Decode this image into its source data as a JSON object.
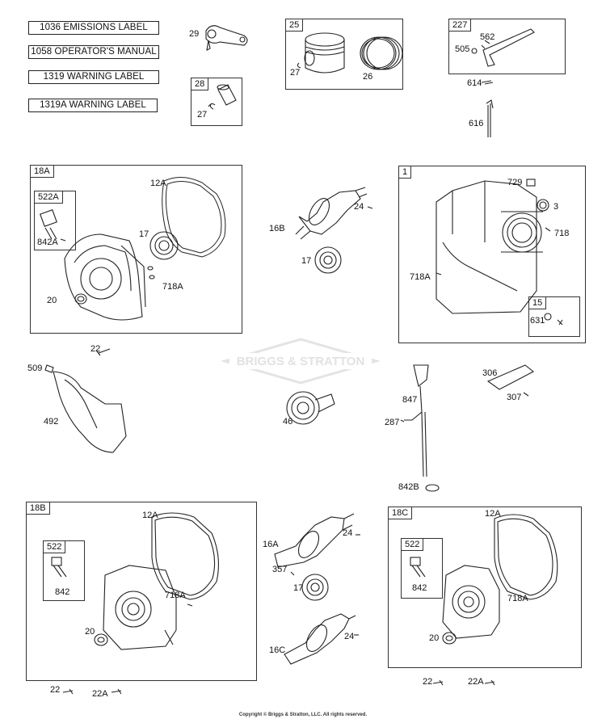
{
  "labels": [
    {
      "id": "l1036",
      "text": "1036 EMISSIONS LABEL"
    },
    {
      "id": "l1058",
      "text": "1058 OPERATOR'S MANUAL"
    },
    {
      "id": "l1319",
      "text": "1319 WARNING LABEL"
    },
    {
      "id": "l1319a",
      "text": "1319A WARNING LABEL"
    }
  ],
  "groups": {
    "g25": "25",
    "g28": "28",
    "g227": "227",
    "g18a": "18A",
    "g522a": "522A",
    "g1": "1",
    "g15": "15",
    "g18b": "18B",
    "g522b": "522",
    "g18c": "18C",
    "g522c": "522"
  },
  "parts": {
    "p29": "29",
    "p27a": "27",
    "p26": "26",
    "p27b": "27",
    "p562": "562",
    "p505": "505",
    "p614": "614",
    "p616": "616",
    "p12a1": "12A",
    "p17a": "17",
    "p842a": "842A",
    "p718a1": "718A",
    "p20a": "20",
    "p24a": "24",
    "p16b": "16B",
    "p17b": "17",
    "p729": "729",
    "p3": "3",
    "p718": "718",
    "p718a2": "718A",
    "p631": "631",
    "p22a": "22",
    "p509": "509",
    "p492": "492",
    "p46": "46",
    "p847": "847",
    "p287": "287",
    "p842b": "842B",
    "p306": "306",
    "p307": "307",
    "p12a2": "12A",
    "p718a3": "718A",
    "p842c": "842",
    "p20b": "20",
    "p22b": "22",
    "p22ab": "22A",
    "p16a": "16A",
    "p24b": "24",
    "p357": "357",
    "p17c": "17",
    "p16c": "16C",
    "p24c": "24",
    "p12a3": "12A",
    "p842d": "842",
    "p718a4": "718A",
    "p20c": "20",
    "p22c": "22",
    "p22ac": "22A"
  },
  "watermark": "BRIGGS & STRATTON",
  "copyright": "Copyright © Briggs & Stratton, LLC. All rights reserved."
}
